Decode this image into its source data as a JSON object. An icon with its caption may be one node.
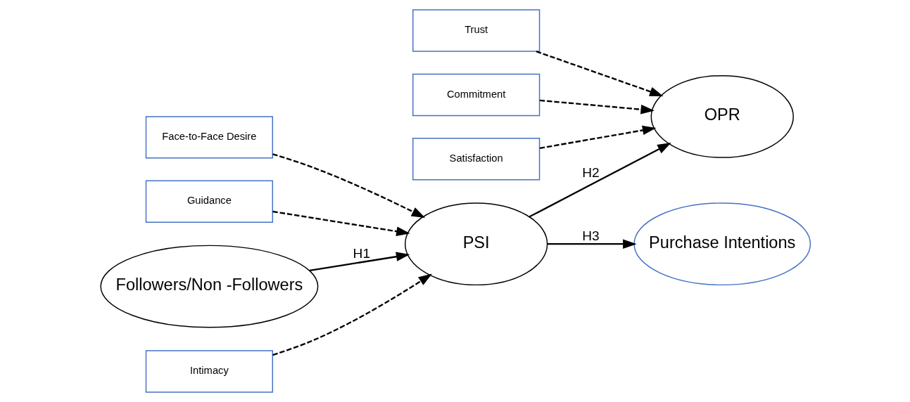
{
  "diagram": {
    "nodes": [
      {
        "text": [
          "Trust"
        ]
      },
      {
        "text": [
          "Face-to-Face Desire"
        ]
      },
      {
        "text": [
          "Guidance"
        ]
      },
      {
        "text": [
          "Commitment"
        ]
      },
      {
        "text": [
          "OPR"
        ]
      },
      {
        "text": [
          "Satisfaction"
        ]
      },
      {
        "text": [
          "Followers/Non -Followers"
        ]
      },
      {
        "text": [
          "PSI"
        ]
      },
      {
        "text": [
          "Intimacy"
        ]
      },
      {
        "text": [
          "Purchase Intentions"
        ]
      }
    ],
    "edges": [
      {
        "from": 6,
        "to": 7,
        "arrow": "to",
        "label": "H1"
      },
      {
        "from": 7,
        "to": 4,
        "arrow": "to",
        "label": "H2"
      },
      {
        "from": 7,
        "to": 9,
        "arrow": "to",
        "label": "H3"
      },
      {
        "from": 1,
        "to": 7,
        "arrow": "to",
        "style": "dashed"
      },
      {
        "from": 2,
        "to": 7,
        "arrow": "to",
        "style": "dashed"
      },
      {
        "from": 8,
        "to": 7,
        "arrow": "to",
        "style": "dashed"
      },
      {
        "from": 0,
        "to": 4,
        "arrow": "to",
        "style": "dashed"
      },
      {
        "from": 3,
        "to": 4,
        "arrow": "to",
        "style": "dashed"
      },
      {
        "from": 5,
        "to": 4,
        "arrow": "to",
        "style": "dashed"
      }
    ]
  }
}
